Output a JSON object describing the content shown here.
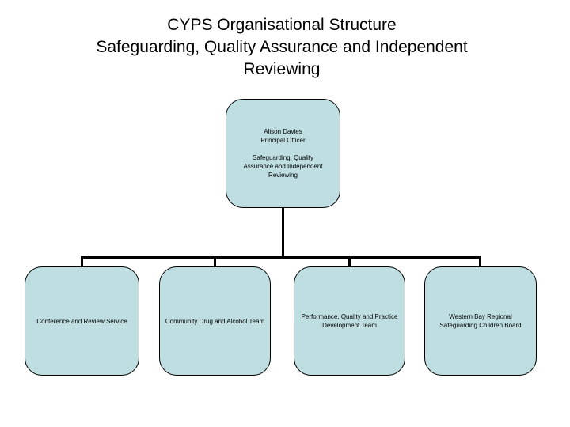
{
  "slide": {
    "background_color": "#ffffff",
    "title": {
      "lines": [
        "CYPS Organisational Structure",
        "Safeguarding, Quality Assurance and Independent",
        "Reviewing"
      ],
      "color": "#000000"
    }
  },
  "org_chart": {
    "node_fill_color": "#bedee2",
    "node_border_color": "#000000",
    "connector_color": "#000000",
    "root": {
      "name": "Alison Davies",
      "role": "Principal Officer",
      "unit_lines": [
        "Safeguarding, Quality",
        "Assurance and Independent",
        "Reviewing"
      ]
    },
    "children": [
      {
        "lines": [
          "Conference and Review Service",
          ""
        ]
      },
      {
        "lines": [
          "Community Drug and Alcohol Team",
          ""
        ]
      },
      {
        "lines": [
          "Performance, Quality and Practice",
          "Development Team"
        ]
      },
      {
        "lines": [
          "Western Bay Regional",
          "Safeguarding Children Board"
        ]
      }
    ]
  }
}
